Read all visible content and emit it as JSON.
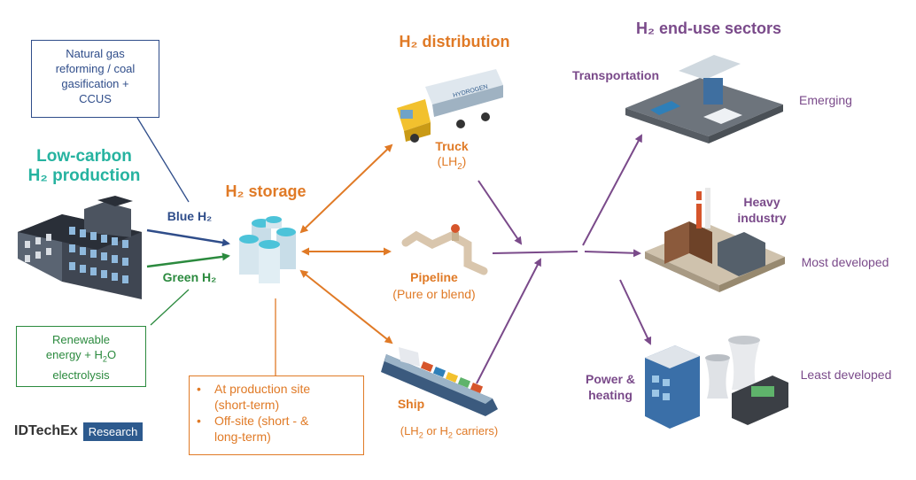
{
  "colors": {
    "production": "#26b3a0",
    "blue_h2": "#2f4d8a",
    "green_h2": "#2b8a3e",
    "distribution": "#e07a26",
    "end_use": "#7a4a8a"
  },
  "production": {
    "title_line1": "Low-carbon",
    "title_line2": "H₂ production",
    "blue_label": "Blue H₂",
    "green_label": "Green H₂",
    "blue_box": [
      "Natural gas",
      "reforming / coal",
      "gasification +",
      "CCUS"
    ],
    "green_box_line1": "Renewable",
    "green_box_line2a": "energy + H",
    "green_box_line2b": "2",
    "green_box_line2c": "O",
    "green_box_line3": "electrolysis"
  },
  "storage": {
    "title": "H₂ storage",
    "items": [
      [
        "At production site",
        "(short-term)"
      ],
      [
        "Off-site (short - &",
        "long-term)"
      ]
    ]
  },
  "distribution": {
    "title": "H₂ distribution",
    "truck_label": "Truck",
    "truck_sub_a": "(LH",
    "truck_sub_b": "2",
    "truck_sub_c": ")",
    "pipeline_label": "Pipeline",
    "pipeline_sub": "(Pure or blend)",
    "ship_label": "Ship",
    "ship_sub_a": "(LH",
    "ship_sub_b": "2",
    "ship_sub_c": " or H",
    "ship_sub_d": "2",
    "ship_sub_e": " carriers)"
  },
  "end_use": {
    "title": "H₂ end-use sectors",
    "sectors": [
      {
        "name": "Transportation",
        "status": "Emerging"
      },
      {
        "name_line1": "Heavy",
        "name_line2": "industry",
        "status": "Most developed"
      },
      {
        "name_line1": "Power &",
        "name_line2": "heating",
        "status": "Least developed"
      }
    ]
  },
  "brand": {
    "name": "IDTechEx",
    "tag": "Research"
  }
}
